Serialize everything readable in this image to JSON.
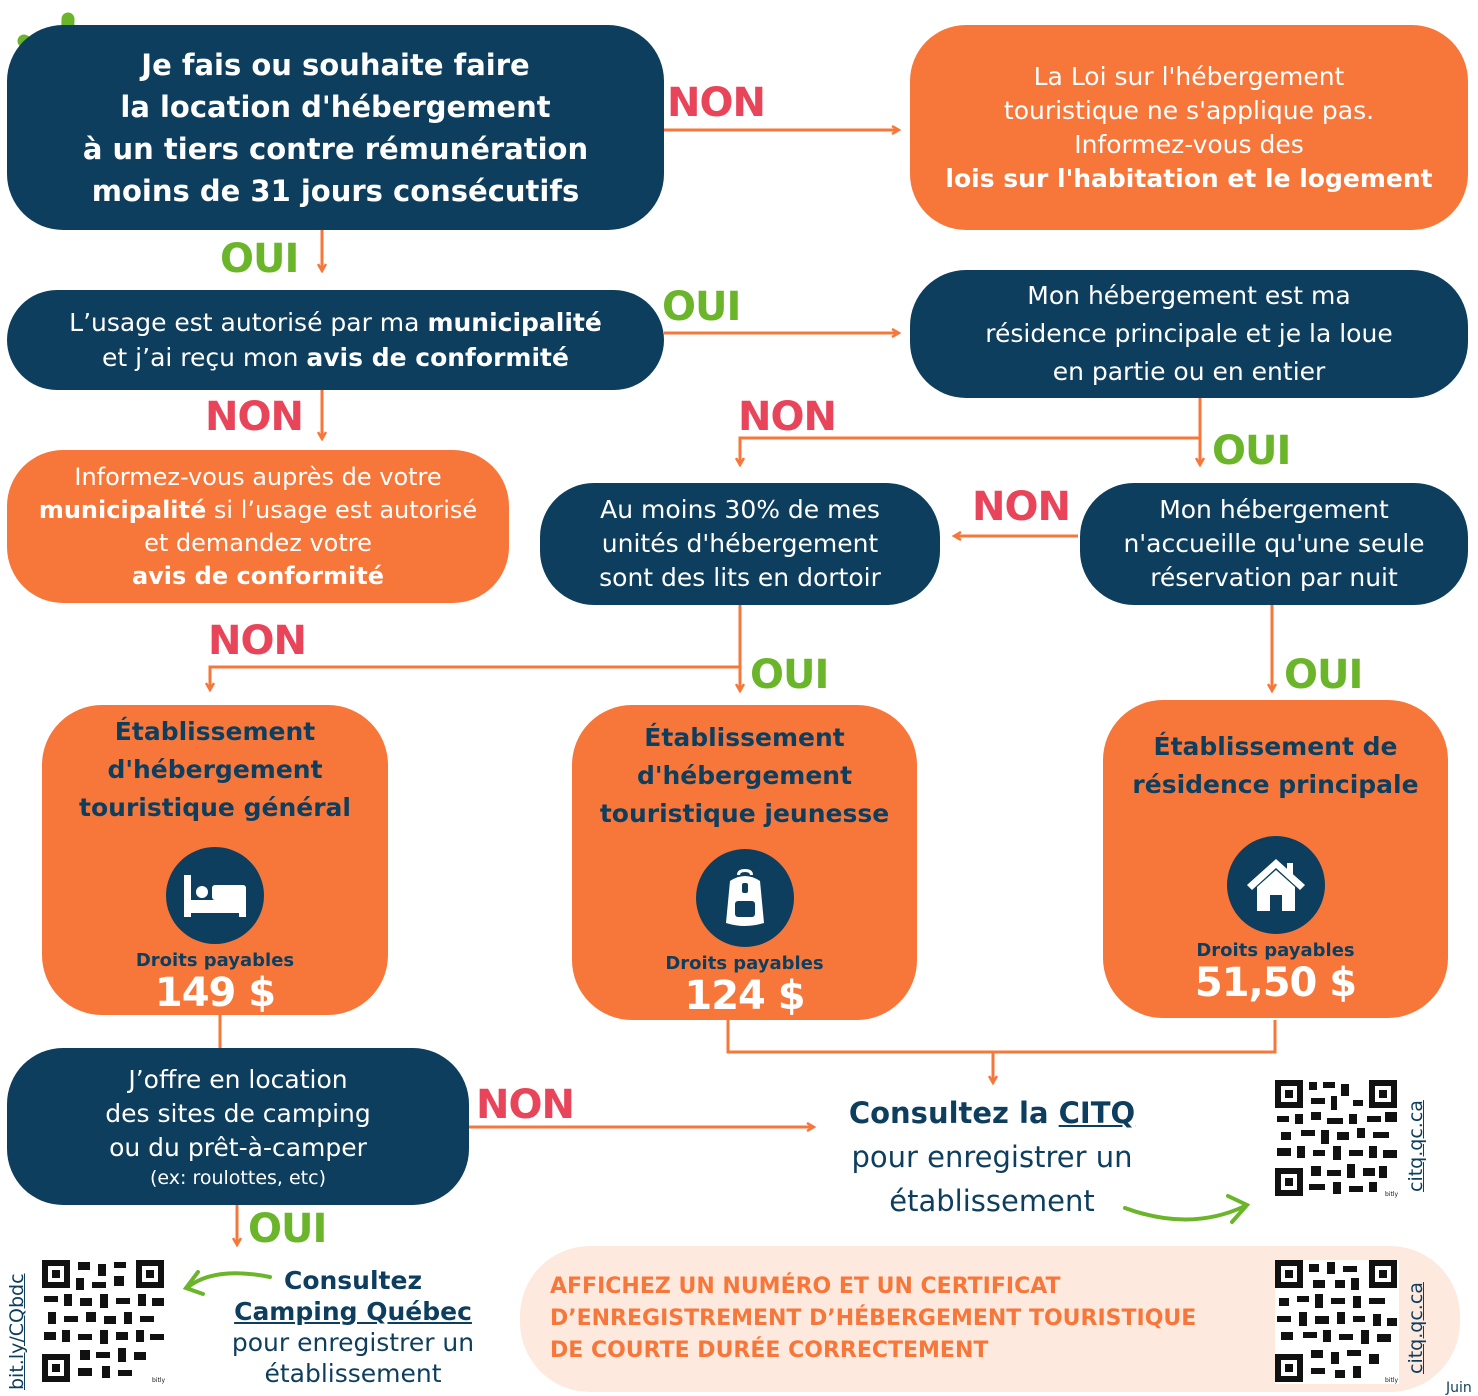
{
  "q1": {
    "lines": [
      "Je fais ou souhaite faire",
      "la location d'hébergement",
      "à un tiers contre rémunération",
      "moins de 31 jours consécutifs"
    ]
  },
  "r1": {
    "line1": "La Loi sur l'hébergement",
    "line2": "touristique ne s'applique pas.",
    "line3": "Informez-vous des",
    "line4": "lois sur l'habitation et le logement"
  },
  "q2": {
    "pre": "L’usage est autorisé par ma ",
    "b1": "municipalité",
    "mid": "et j’ai reçu mon ",
    "b2": "avis de conformité"
  },
  "q3": {
    "lines": [
      "Mon hébergement est ma",
      "résidence principale et je la loue",
      "en partie ou en entier"
    ]
  },
  "r2": {
    "line1": "Informez-vous auprès de votre",
    "b1": "municipalité",
    "line2": " si l’usage est autorisé",
    "line3": "et demandez votre",
    "b2": "avis de conformité"
  },
  "q4": {
    "lines": [
      "Au moins 30% de mes",
      "unités d'hébergement",
      "sont des lits en dortoir"
    ]
  },
  "q5": {
    "lines": [
      "Mon hébergement",
      "n'accueille qu'une seule",
      "réservation par nuit"
    ]
  },
  "res1": {
    "title": [
      "Établissement",
      "d'hébergement",
      "touristique général"
    ],
    "icon": "bed-icon",
    "fee_label": "Droits payables",
    "fee": "149 $"
  },
  "res2": {
    "title": [
      "Établissement",
      "d'hébergement",
      "touristique jeunesse"
    ],
    "icon": "backpack-icon",
    "fee_label": "Droits payables",
    "fee": "124 $"
  },
  "res3": {
    "title": [
      "Établissement de",
      "résidence principale"
    ],
    "icon": "house-icon",
    "fee_label": "Droits payables",
    "fee": "51,50 $"
  },
  "q6": {
    "lines": [
      "J’offre en location",
      "des sites de camping",
      "ou du prêt-à-camper"
    ],
    "note": "(ex: roulottes, etc)"
  },
  "citq": {
    "pre": "Consultez la ",
    "link": "CITQ",
    "line2": "pour enregistrer un",
    "line3": "établissement"
  },
  "camping": {
    "line1": "Consultez",
    "link": "Camping Québec",
    "line2": "pour enregistrer un",
    "line3": "établissement"
  },
  "notice": {
    "lines": [
      "AFFICHEZ UN NUMÉRO ET UN CERTIFICAT",
      "D’ENREGISTREMENT D’HÉBERGEMENT TOURISTIQUE",
      "DE COURTE DURÉE CORRECTEMENT"
    ]
  },
  "labels": {
    "non": "NON",
    "oui": "OUI"
  },
  "links": {
    "citq": "citq.qc.ca",
    "citq2": "citq.qc.ca",
    "camping": "bit.ly/CQbdc"
  },
  "qr_caption": "bitly",
  "footer": "Juin",
  "colors": {
    "navy": "#0e3e5e",
    "orange": "#f7773b",
    "peach": "#fde9de",
    "green": "#6bb52b",
    "red": "#e8445a"
  }
}
